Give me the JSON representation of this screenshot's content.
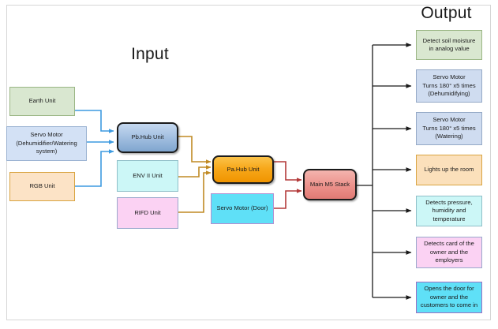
{
  "titles": {
    "input": "Input",
    "output": "Output"
  },
  "colors": {
    "input_wire": "#3d9ae0",
    "hub_wire": "#c08a24",
    "m5_wire": "#b33a3a",
    "output_wire": "#1a1a1a",
    "frame_border": "#d6d6d6",
    "earth_unit": "#d9e7d0",
    "servo_motor_input": "#d3e1f5",
    "rgb_unit": "#fce3c6",
    "env_unit": "#ccf7f7",
    "rifd_unit": "#fbd2f3",
    "servo_motor_door": "#5fe0f7",
    "pb_hub": "#a9c4e4",
    "pa_hub": "#f7a81b",
    "main_m5": "#ec918b"
  },
  "input_nodes": [
    {
      "id": "earth",
      "label": "Earth Unit"
    },
    {
      "id": "servo-in",
      "label": "Servo Motor\n(Dehumidifier/Watering\nsystem)"
    },
    {
      "id": "rgb",
      "label": "RGB Unit"
    }
  ],
  "mid_nodes": [
    {
      "id": "pbhub",
      "label": "Pb.Hub Unit"
    },
    {
      "id": "env",
      "label": "ENV II Unit"
    },
    {
      "id": "rifd",
      "label": "RIFD Unit"
    },
    {
      "id": "servo-door",
      "label": "Servo Motor (Door)"
    }
  ],
  "hub_nodes": [
    {
      "id": "pahub",
      "label": "Pa.Hub Unit"
    }
  ],
  "core_nodes": [
    {
      "id": "m5",
      "label": "Main M5 Stack"
    }
  ],
  "output_nodes": [
    {
      "id": "o-1",
      "label": "Detect soil moisture\nin analog value"
    },
    {
      "id": "o-2",
      "label": "Servo Motor\nTurns 180° x5 times\n(Dehumidifying)"
    },
    {
      "id": "o-3",
      "label": "Servo Motor\nTurns 180° x5 times\n(Watering)"
    },
    {
      "id": "o-4",
      "label": "Lights up the room"
    },
    {
      "id": "o-5",
      "label": "Detects pressure,\nhumidity and\ntemperature"
    },
    {
      "id": "o-6",
      "label": "Detects card of the\nowner and the\nemployers"
    },
    {
      "id": "o-7",
      "label": "Opens the door for\nowner and the\ncustomers to come in"
    }
  ]
}
